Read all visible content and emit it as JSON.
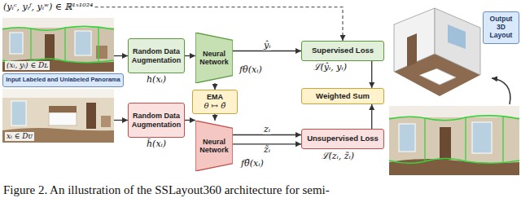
{
  "diagram": {
    "caption": "Figure 2. An illustration of the SSLayout360 architecture for semi-",
    "nodes": [
      {
        "text": [
          "(yᵢᶜ, yᵢᶠ, yᵢʷ) ∈ ℝ¹ˣ¹⁰²⁴"
        ]
      },
      {
        "text": [
          "(xᵢ, yᵢ) ∈ Dʟ"
        ]
      },
      {
        "text": [
          "Input Labeled and Unlabeled Panorama"
        ]
      },
      {
        "text": [
          "xᵢ ∈ Dᴜ"
        ]
      },
      {
        "text": [
          "Random Data Augmentation"
        ]
      },
      {
        "text": [
          "Random Data Augmentation"
        ]
      },
      {
        "text": [
          "Neural Network"
        ]
      },
      {
        "text": [
          "EMA",
          "θ ↦ θ̃"
        ]
      },
      {
        "text": [
          "Neural Network"
        ]
      },
      {
        "text": [
          "Supervised Loss"
        ]
      },
      {
        "text": [
          "Weighted Sum"
        ]
      },
      {
        "text": [
          "Unsupervised Loss"
        ]
      },
      {
        "text": [
          "Output 3D Layout"
        ]
      }
    ],
    "edges": [
      {
        "from": 0,
        "to": 9,
        "arrow": "to"
      },
      {
        "from": 1,
        "to": 4,
        "arrow": "to"
      },
      {
        "from": 3,
        "to": 5,
        "arrow": "to"
      },
      {
        "from": 4,
        "to": 6,
        "arrow": "to"
      },
      {
        "from": 5,
        "to": 8,
        "arrow": "to"
      },
      {
        "from": 6,
        "to": 9,
        "label": "ŷᵢ",
        "arrow": "to"
      },
      {
        "from": 8,
        "to": 11,
        "label": "zᵢ",
        "arrow": "to"
      },
      {
        "from": 8,
        "to": 11,
        "label": "z̃ᵢ",
        "arrow": "to"
      },
      {
        "from": 6,
        "to": 7,
        "arrow": "to"
      },
      {
        "from": 7,
        "to": 8,
        "arrow": "to"
      },
      {
        "from": 9,
        "to": 10,
        "arrow": "to"
      },
      {
        "from": 11,
        "to": 10,
        "arrow": "to"
      }
    ],
    "labels": [
      "h(xᵢ)",
      "h̃(xᵢ)",
      "fθ(xᵢ)",
      "fθ̃(xᵢ)",
      "ℒ(ŷᵢ, yᵢ)",
      "ℒ(zᵢ, z̃ᵢ)"
    ]
  }
}
